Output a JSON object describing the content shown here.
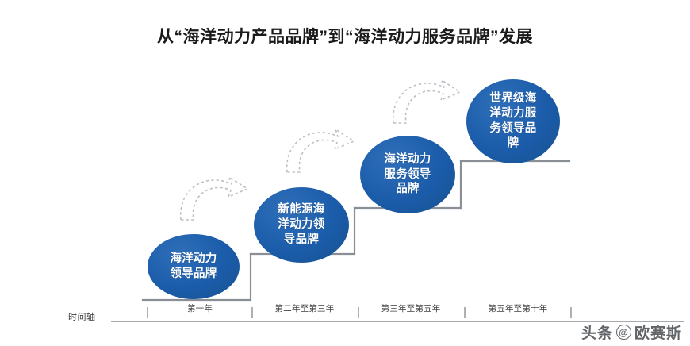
{
  "title": "从“海洋动力产品品牌”到“海洋动力服务品牌”发展",
  "stages": [
    {
      "id": "stage-1",
      "label": "海洋动力\n领导品牌",
      "period": "第一年"
    },
    {
      "id": "stage-2",
      "label": "新能源海\n洋动力领\n导品牌",
      "period": "第二年至第三年"
    },
    {
      "id": "stage-3",
      "label": "海洋动力\n服务领导\n品牌",
      "period": "第三年至第五年"
    },
    {
      "id": "stage-4",
      "label": "世界级海\n洋动力服\n务领导品\n牌",
      "period": "第五年至第十年"
    }
  ],
  "axis": {
    "name": "时间轴"
  },
  "watermark": {
    "platform": "头条",
    "at": "@",
    "account": "欧赛斯"
  },
  "colors": {
    "node_blue": "#1b5caa",
    "node_blue_light": "#2f6fb9",
    "stair_line": "#8a8f96",
    "axis_line": "#8a8f96",
    "arrow_dash": "#b9bcc2",
    "title_text": "#1a1a1a",
    "label_text": "#ffffff"
  }
}
